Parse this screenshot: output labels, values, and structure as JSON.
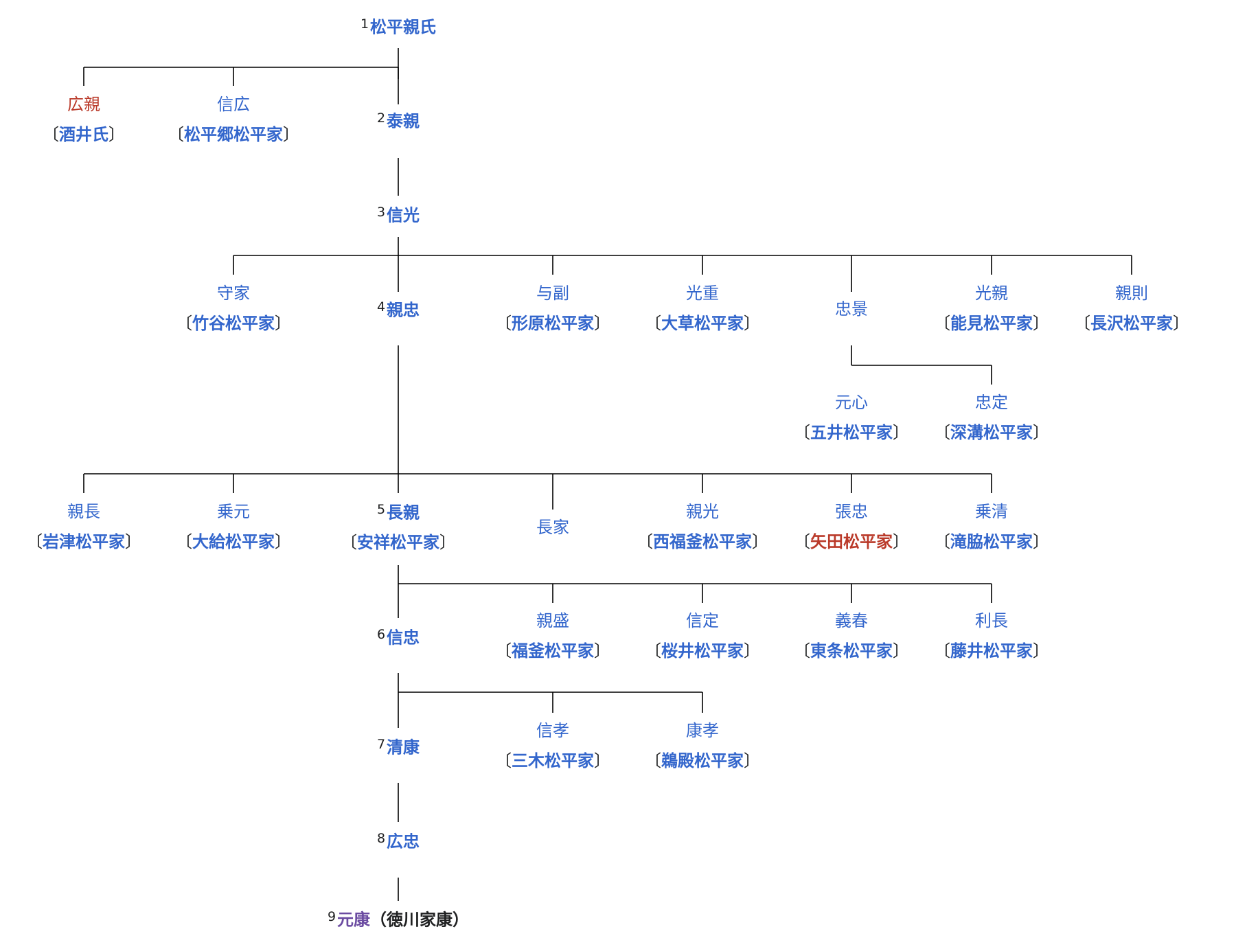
{
  "colors": {
    "link": "#3366cc",
    "red_link": "#ba3a2a",
    "visited": "#6b4ba1",
    "text": "#202122",
    "line": "#000000"
  },
  "nodes": [
    {
      "id": "chikauji",
      "num": "1",
      "name": "松平親氏",
      "bold": true,
      "color": "blue"
    },
    {
      "id": "hirochika",
      "name": "広親",
      "bold": false,
      "color": "red",
      "house": "酒井氏"
    },
    {
      "id": "nobuhiro",
      "name": "信広",
      "bold": false,
      "color": "blue",
      "house": "松平郷松平家"
    },
    {
      "id": "yasuchika",
      "num": "2",
      "name": "泰親",
      "bold": true,
      "color": "blue"
    },
    {
      "id": "nobumitsu",
      "num": "3",
      "name": "信光",
      "bold": true,
      "color": "blue"
    },
    {
      "id": "moriie",
      "name": "守家",
      "bold": false,
      "color": "blue",
      "house": "竹谷松平家"
    },
    {
      "id": "chikatada",
      "num": "4",
      "name": "親忠",
      "bold": true,
      "color": "blue"
    },
    {
      "id": "yosuke",
      "name": "与副",
      "bold": false,
      "color": "blue",
      "house": "形原松平家"
    },
    {
      "id": "mitsushige",
      "name": "光重",
      "bold": false,
      "color": "blue",
      "house": "大草松平家"
    },
    {
      "id": "tadakage",
      "name": "忠景",
      "bold": false,
      "color": "blue"
    },
    {
      "id": "mitsuchika",
      "name": "光親",
      "bold": false,
      "color": "blue",
      "house": "能見松平家"
    },
    {
      "id": "chikanori",
      "name": "親則",
      "bold": false,
      "color": "blue",
      "house": "長沢松平家"
    },
    {
      "id": "genshin",
      "name": "元心",
      "bold": false,
      "color": "blue",
      "house": "五井松平家"
    },
    {
      "id": "tadasada",
      "name": "忠定",
      "bold": false,
      "color": "blue",
      "house": "深溝松平家"
    },
    {
      "id": "chikanaga",
      "name": "親長",
      "bold": false,
      "color": "blue",
      "house": "岩津松平家"
    },
    {
      "id": "norimoto",
      "name": "乗元",
      "bold": false,
      "color": "blue",
      "house": "大給松平家"
    },
    {
      "id": "nagachika",
      "num": "5",
      "name": "長親",
      "bold": true,
      "color": "blue",
      "house": "安祥松平家"
    },
    {
      "id": "nagaie",
      "name": "長家",
      "bold": false,
      "color": "blue"
    },
    {
      "id": "chikamitsu",
      "name": "親光",
      "bold": false,
      "color": "blue",
      "house": "西福釜松平家"
    },
    {
      "id": "harutada",
      "name": "張忠",
      "bold": false,
      "color": "blue",
      "house": "矢田松平家",
      "house_color": "red"
    },
    {
      "id": "norikiyo",
      "name": "乗清",
      "bold": false,
      "color": "blue",
      "house": "滝脇松平家"
    },
    {
      "id": "nobutada",
      "num": "6",
      "name": "信忠",
      "bold": true,
      "color": "blue"
    },
    {
      "id": "chikamori",
      "name": "親盛",
      "bold": false,
      "color": "blue",
      "house": "福釜松平家"
    },
    {
      "id": "nobusada",
      "name": "信定",
      "bold": false,
      "color": "blue",
      "house": "桜井松平家"
    },
    {
      "id": "yoshiharu",
      "name": "義春",
      "bold": false,
      "color": "blue",
      "house": "東条松平家"
    },
    {
      "id": "torinaga",
      "name": "利長",
      "bold": false,
      "color": "blue",
      "house": "藤井松平家"
    },
    {
      "id": "kiyoyasu",
      "num": "7",
      "name": "清康",
      "bold": true,
      "color": "blue"
    },
    {
      "id": "nobutaka",
      "name": "信孝",
      "bold": false,
      "color": "blue",
      "house": "三木松平家"
    },
    {
      "id": "yasutaka",
      "name": "康孝",
      "bold": false,
      "color": "blue",
      "house": "鵜殿松平家"
    },
    {
      "id": "hirotada",
      "num": "8",
      "name": "広忠",
      "bold": true,
      "color": "blue"
    },
    {
      "id": "motoyasu",
      "num": "9",
      "name": "元康",
      "bold": true,
      "color": "purple",
      "suffix": "（徳川家康）"
    }
  ]
}
